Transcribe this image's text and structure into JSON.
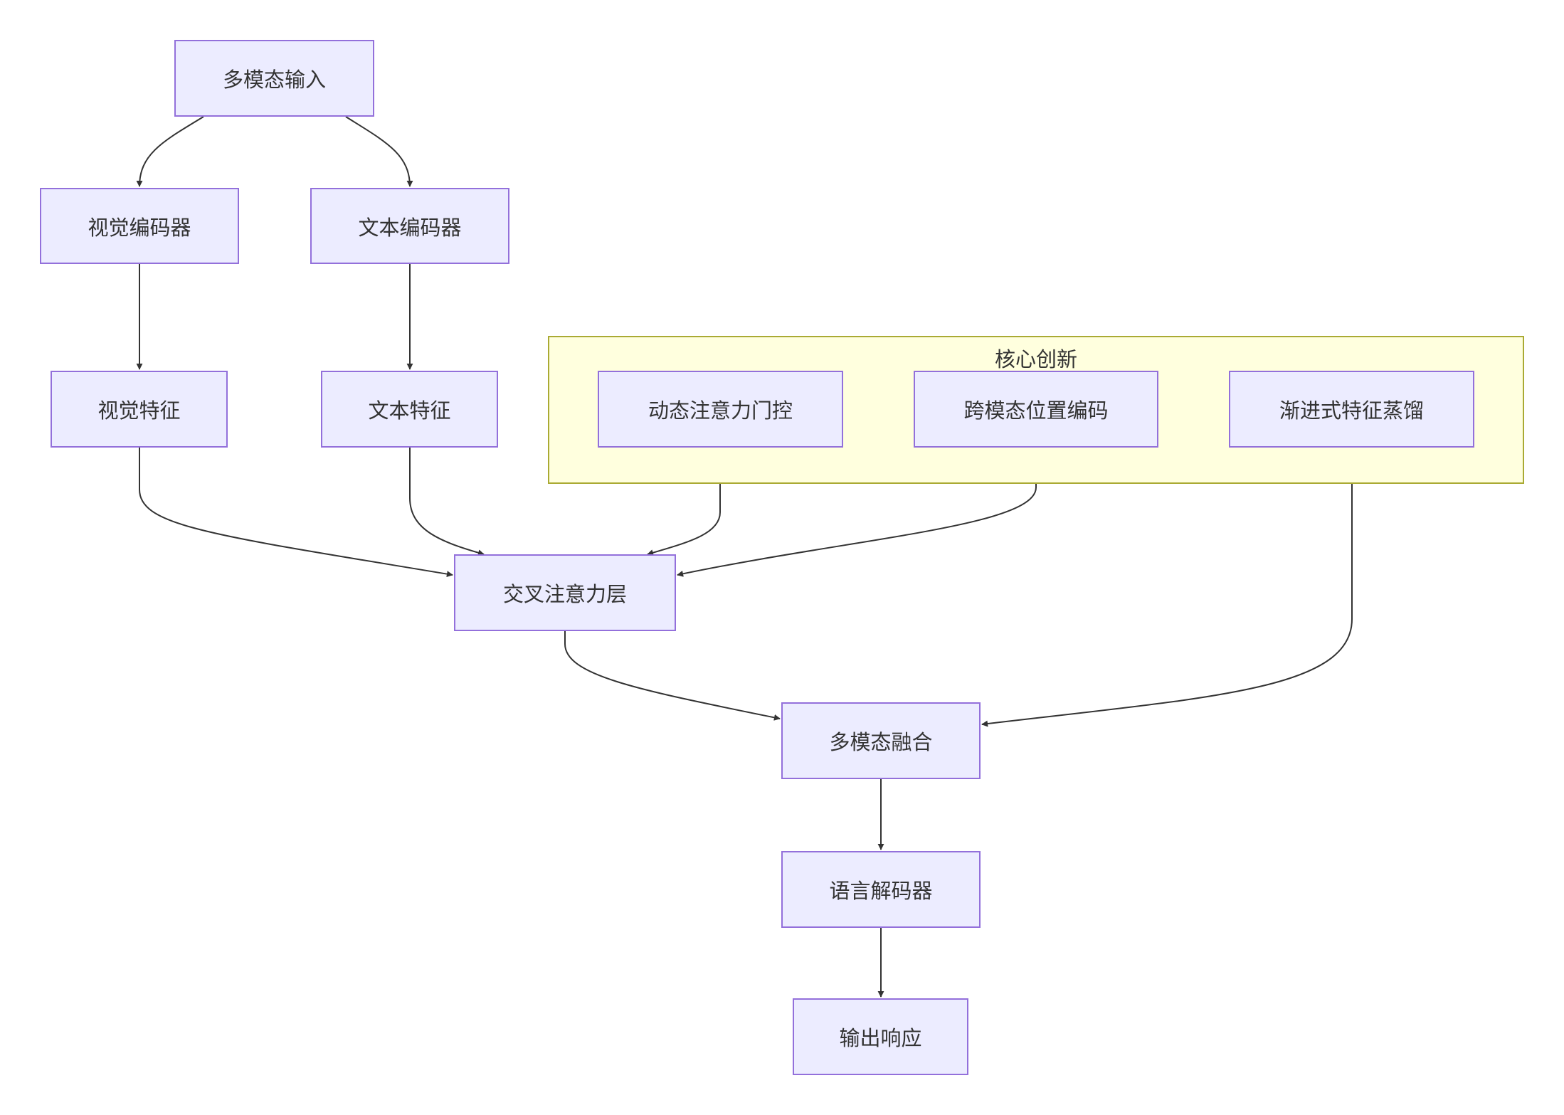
{
  "diagram": {
    "type": "flowchart",
    "direction": "top-down",
    "colors": {
      "node_fill": "#ececff",
      "node_border": "#9370db",
      "subgraph_fill": "#ffffde",
      "subgraph_border": "#aaaa33",
      "edge": "#333333",
      "text": "#333333"
    },
    "subgraphs": [
      {
        "id": "core",
        "title": "核心创新",
        "members": [
          "gate",
          "pos",
          "distill"
        ]
      }
    ],
    "nodes": [
      {
        "id": "input",
        "label": "多模态输入"
      },
      {
        "id": "venc",
        "label": "视觉编码器"
      },
      {
        "id": "tenc",
        "label": "文本编码器"
      },
      {
        "id": "vfeat",
        "label": "视觉特征"
      },
      {
        "id": "tfeat",
        "label": "文本特征"
      },
      {
        "id": "gate",
        "label": "动态注意力门控"
      },
      {
        "id": "pos",
        "label": "跨模态位置编码"
      },
      {
        "id": "distill",
        "label": "渐进式特征蒸馏"
      },
      {
        "id": "xattn",
        "label": "交叉注意力层"
      },
      {
        "id": "fusion",
        "label": "多模态融合"
      },
      {
        "id": "decoder",
        "label": "语言解码器"
      },
      {
        "id": "output",
        "label": "输出响应"
      }
    ],
    "edges": [
      {
        "from": "input",
        "to": "venc"
      },
      {
        "from": "input",
        "to": "tenc"
      },
      {
        "from": "venc",
        "to": "vfeat"
      },
      {
        "from": "tenc",
        "to": "tfeat"
      },
      {
        "from": "vfeat",
        "to": "xattn"
      },
      {
        "from": "tfeat",
        "to": "xattn"
      },
      {
        "from": "gate",
        "to": "xattn"
      },
      {
        "from": "pos",
        "to": "xattn"
      },
      {
        "from": "xattn",
        "to": "fusion"
      },
      {
        "from": "distill",
        "to": "fusion"
      },
      {
        "from": "fusion",
        "to": "decoder"
      },
      {
        "from": "decoder",
        "to": "output"
      }
    ]
  }
}
